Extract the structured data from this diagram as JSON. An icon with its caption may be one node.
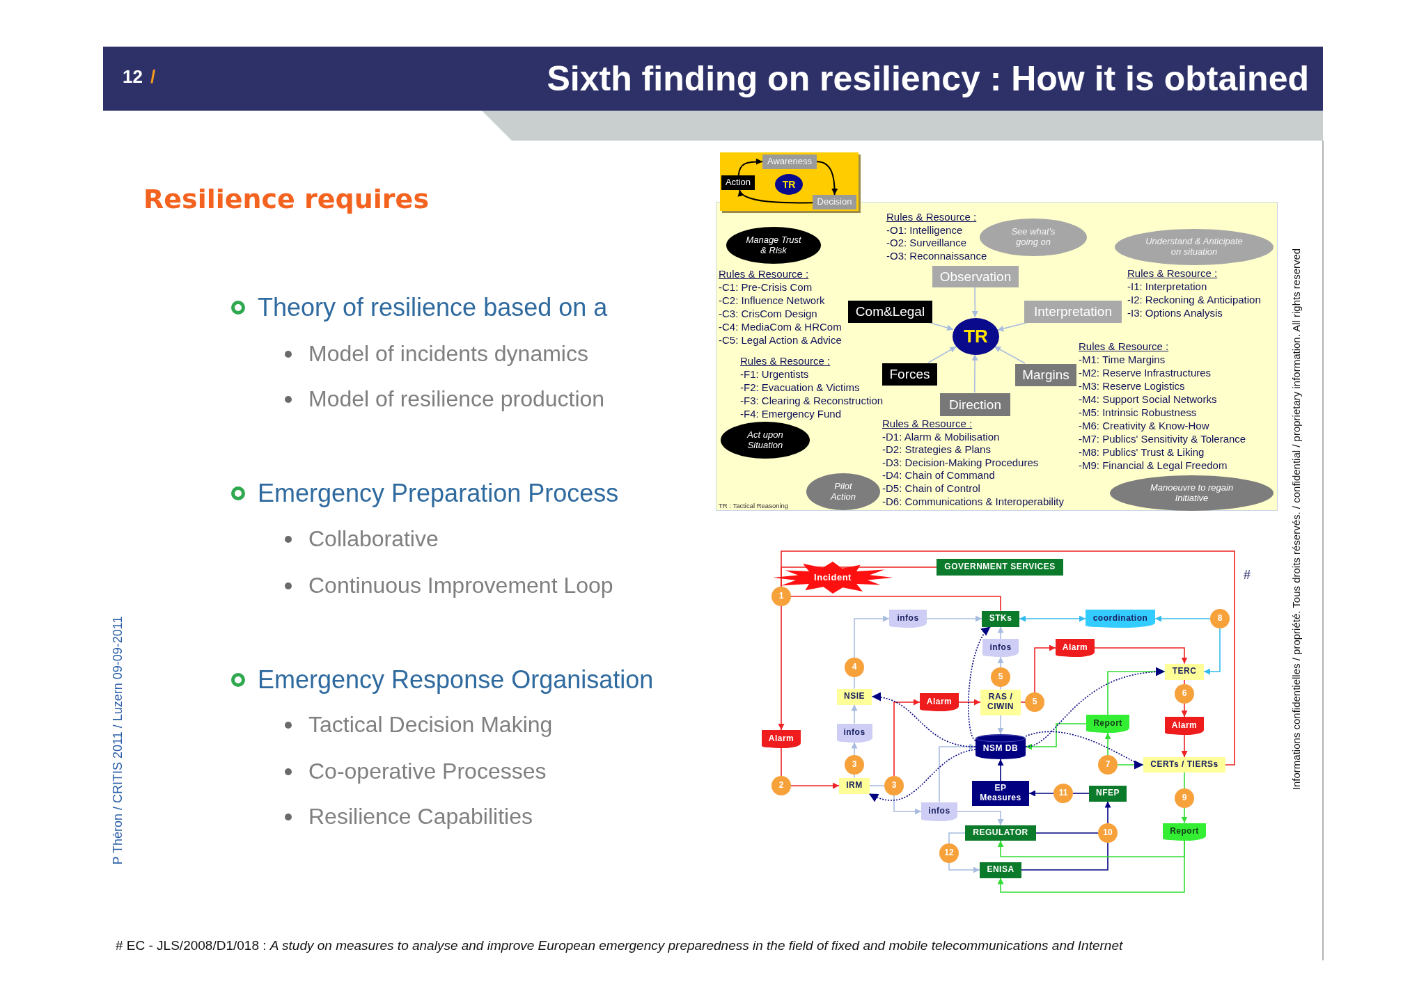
{
  "diagram": {
    "title": "Sixth finding on resiliency : How it is obtained",
    "nodes": [
      {
        "text": [],
        "shape": "box"
      },
      {
        "text": [
          "Awareness"
        ],
        "in": 0
      },
      {
        "text": [
          "Action"
        ],
        "in": 0
      },
      {
        "text": [
          "TR"
        ],
        "in": 0
      },
      {
        "text": [
          "Decision"
        ],
        "in": 0
      },
      {
        "text": [],
        "shape": "box"
      },
      {
        "text": [
          "Manage Trust & Risk"
        ],
        "in": 5
      },
      {
        "text": [
          "See what's going on"
        ],
        "in": 5
      },
      {
        "text": [
          "Understand & Anticipate on situation"
        ],
        "in": 5
      },
      {
        "text": [
          "Observation"
        ],
        "in": 5
      },
      {
        "text": [
          "Com&Legal"
        ],
        "in": 5
      },
      {
        "text": [
          "Interpretation"
        ],
        "in": 5
      },
      {
        "text": [
          "TR"
        ],
        "in": 5
      },
      {
        "text": [
          "Forces"
        ],
        "in": 5
      },
      {
        "text": [
          "Margins"
        ],
        "in": 5
      },
      {
        "text": [
          "Direction"
        ],
        "in": 5
      },
      {
        "text": [
          "Act upon Situation"
        ],
        "in": 5
      },
      {
        "text": [
          "Pilot Action"
        ],
        "in": 5
      },
      {
        "text": [
          "Manoeuvre to regain Initiative"
        ],
        "in": 5
      },
      {
        "text": [
          "GOVERNMENT SERVICES"
        ]
      },
      {
        "text": [
          "Incident"
        ]
      },
      {
        "text": [
          "1"
        ]
      },
      {
        "text": [
          "infos"
        ]
      },
      {
        "text": [
          "STKs"
        ]
      },
      {
        "text": [
          "coordination"
        ]
      },
      {
        "text": [
          "8"
        ]
      },
      {
        "text": [
          "infos"
        ]
      },
      {
        "text": [
          "Alarm"
        ]
      },
      {
        "text": [
          "4"
        ]
      },
      {
        "text": [
          "5"
        ]
      },
      {
        "text": [
          "TERC"
        ]
      },
      {
        "text": [
          "NSIE"
        ]
      },
      {
        "text": [
          "Alarm"
        ]
      },
      {
        "text": [
          "RAS / CIWIN"
        ]
      },
      {
        "text": [
          "5"
        ]
      },
      {
        "text": [
          "6"
        ]
      },
      {
        "text": [
          "Report"
        ]
      },
      {
        "text": [
          "Alarm"
        ]
      },
      {
        "text": [
          "Alarm"
        ]
      },
      {
        "text": [
          "infos"
        ]
      },
      {
        "text": [
          "NSM DB"
        ]
      },
      {
        "text": [
          "3"
        ]
      },
      {
        "text": [
          "7"
        ]
      },
      {
        "text": [
          "CERTs / TIERSs"
        ]
      },
      {
        "text": [
          "2"
        ]
      },
      {
        "text": [
          "IRM"
        ]
      },
      {
        "text": [
          "3"
        ]
      },
      {
        "text": [
          "EP Measures"
        ]
      },
      {
        "text": [
          "11"
        ]
      },
      {
        "text": [
          "NFEP"
        ]
      },
      {
        "text": [
          "9"
        ]
      },
      {
        "text": [
          "infos"
        ]
      },
      {
        "text": [
          "REGULATOR"
        ]
      },
      {
        "text": [
          "10"
        ]
      },
      {
        "text": [
          "Report"
        ]
      },
      {
        "text": [
          "12"
        ]
      },
      {
        "text": [
          "ENISA"
        ]
      }
    ],
    "edges": [
      {
        "from": 2,
        "to": 1,
        "arrow": "to",
        "color": "#000000"
      },
      {
        "from": 1,
        "to": 4,
        "arrow": "to",
        "color": "#000000"
      },
      {
        "from": 4,
        "to": 2,
        "arrow": "to",
        "color": "#000000"
      },
      {
        "from": 9,
        "to": 12,
        "arrow": "to"
      },
      {
        "from": 11,
        "to": 12,
        "arrow": "to"
      },
      {
        "from": 10,
        "to": 12,
        "arrow": "to"
      },
      {
        "from": 13,
        "to": 12,
        "arrow": "to"
      },
      {
        "from": 14,
        "to": 12,
        "arrow": "to"
      },
      {
        "from": 15,
        "to": 12,
        "arrow": "to"
      },
      {
        "from": 43,
        "to": 21,
        "arrow": "none",
        "color": "#ee2222"
      },
      {
        "from": 21,
        "to": 19,
        "arrow": "none",
        "color": "#ee2222"
      },
      {
        "from": 21,
        "to": 23,
        "arrow": "none",
        "color": "#ee2222"
      },
      {
        "from": 21,
        "to": 38,
        "arrow": "to",
        "color": "#ee2222"
      },
      {
        "from": 38,
        "to": 44,
        "arrow": "none",
        "color": "#ee2222"
      },
      {
        "from": 44,
        "to": 45,
        "arrow": "to",
        "color": "#ee2222"
      },
      {
        "from": 45,
        "to": 41,
        "arrow": "none"
      },
      {
        "from": 41,
        "to": 39,
        "arrow": "to"
      },
      {
        "from": 39,
        "to": 31,
        "arrow": "to"
      },
      {
        "from": 31,
        "to": 28,
        "arrow": "none"
      },
      {
        "from": 28,
        "to": 22,
        "arrow": "to"
      },
      {
        "from": 22,
        "to": 23,
        "arrow": "to"
      },
      {
        "from": 45,
        "to": 46,
        "arrow": "none"
      },
      {
        "from": 46,
        "to": 32,
        "arrow": "to",
        "color": "#ee2222"
      },
      {
        "from": 46,
        "to": 51,
        "arrow": "to"
      },
      {
        "from": 32,
        "to": 33,
        "arrow": "to",
        "color": "#ee2222"
      },
      {
        "from": 33,
        "to": 29,
        "arrow": "none"
      },
      {
        "from": 29,
        "to": 26,
        "arrow": "to"
      },
      {
        "from": 26,
        "to": 23,
        "arrow": "to"
      },
      {
        "from": 33,
        "to": 40,
        "arrow": "to"
      },
      {
        "from": 33,
        "to": 34,
        "arrow": "none",
        "color": "#ee2222"
      },
      {
        "from": 34,
        "to": 27,
        "arrow": "to",
        "color": "#ee2222"
      },
      {
        "from": 27,
        "to": 30,
        "arrow": "to",
        "color": "#ee2222"
      },
      {
        "from": 51,
        "to": 40,
        "arrow": "to"
      },
      {
        "from": 51,
        "to": 52,
        "arrow": "to"
      },
      {
        "from": 47,
        "to": 40,
        "arrow": "to",
        "color": "#000080"
      },
      {
        "from": 49,
        "to": 48,
        "arrow": "none",
        "color": "#000080"
      },
      {
        "from": 48,
        "to": 47,
        "arrow": "to",
        "color": "#000080"
      },
      {
        "from": 52,
        "to": 53,
        "arrow": "none",
        "color": "#000080"
      },
      {
        "from": 53,
        "to": 49,
        "arrow": "to",
        "color": "#000080"
      },
      {
        "from": 56,
        "to": 53,
        "arrow": "none",
        "color": "#000080"
      },
      {
        "from": 52,
        "to": 55,
        "arrow": "none"
      },
      {
        "from": 55,
        "to": 56,
        "arrow": "to"
      },
      {
        "from": 54,
        "to": 52,
        "arrow": "to",
        "color": "#33dd33"
      },
      {
        "from": 54,
        "to": 56,
        "arrow": "to",
        "color": "#33dd33"
      },
      {
        "from": 43,
        "to": 50,
        "arrow": "none",
        "color": "#33dd33"
      },
      {
        "from": 50,
        "to": 54,
        "arrow": "to",
        "color": "#33dd33"
      },
      {
        "from": 30,
        "to": 35,
        "arrow": "none",
        "color": "#ee2222"
      },
      {
        "from": 35,
        "to": 37,
        "arrow": "to",
        "color": "#ee2222"
      },
      {
        "from": 37,
        "to": 43,
        "arrow": "to",
        "color": "#ee2222"
      },
      {
        "from": 25,
        "to": 24,
        "arrow": "to",
        "color": "#33bbee"
      },
      {
        "from": 24,
        "to": 23,
        "arrow": "both",
        "color": "#33bbee"
      },
      {
        "from": 25,
        "to": 30,
        "arrow": "to",
        "color": "#33bbee"
      },
      {
        "from": 42,
        "to": 36,
        "arrow": "to",
        "color": "#33dd33"
      },
      {
        "from": 42,
        "to": 43,
        "arrow": "to",
        "color": "#33dd33"
      },
      {
        "from": 36,
        "to": 30,
        "arrow": "to",
        "color": "#33dd33"
      },
      {
        "from": 36,
        "to": 40,
        "arrow": "to",
        "color": "#33dd33"
      },
      {
        "from": 40,
        "to": 31,
        "arrow": "to",
        "style": "dashed",
        "color": "#000080"
      },
      {
        "from": 40,
        "to": 45,
        "arrow": "to",
        "style": "dashed",
        "color": "#000080"
      },
      {
        "from": 40,
        "to": 23,
        "arrow": "to",
        "style": "dashed",
        "color": "#000080"
      },
      {
        "from": 40,
        "to": 30,
        "arrow": "to",
        "style": "dashed",
        "color": "#000080"
      },
      {
        "from": 40,
        "to": 43,
        "arrow": "to",
        "style": "dashed",
        "color": "#000080"
      }
    ],
    "labels": [
      "12",
      "/",
      "Resilience requires",
      "Theory of resilience based on a",
      "Model of incidents dynamics",
      "Model of resilience production",
      "Emergency Preparation Process",
      "Collaborative",
      "Continuous Improvement Loop",
      "Emergency Response Organisation",
      "Tactical Decision Making",
      "Co-operative Processes",
      "Resilience Capabilities",
      "Rules & Resource :",
      "-O1: Intelligence",
      "-O2: Surveillance",
      "-O3: Reconnaissance",
      "Rules & Resource :",
      "-C1: Pre-Crisis Com",
      "-C2: Influence Network",
      "-C3: CrisCom Design",
      "-C4: MediaCom & HRCom",
      "-C5: Legal Action & Advice",
      "Rules & Resource :",
      "-I1: Interpretation",
      "-I2: Reckoning & Anticipation",
      "-I3: Options Analysis",
      "Rules & Resource :",
      "-F1: Urgentists",
      "-F2: Evacuation & Victims",
      "-F3: Clearing & Reconstruction",
      "-F4: Emergency Fund",
      "Rules & Resource :",
      "-M1: Time Margins",
      "-M2: Reserve Infrastructures",
      "-M3: Reserve Logistics",
      "-M4: Support Social Networks",
      "-M5: Intrinsic Robustness",
      "-M6: Creativity & Know-How",
      "-M7: Publics' Sensitivity & Tolerance",
      "-M8: Publics' Trust & Liking",
      "-M9: Financial & Legal Freedom",
      "Rules & Resource :",
      "-D1: Alarm & Mobilisation",
      "-D2: Strategies & Plans",
      "-D3: Decision-Making Procedures",
      "-D4: Chain of Command",
      "-D5: Chain of Control",
      "-D6: Communications & Interoperability",
      "TR : Tactical Reasoning",
      "#",
      "P Théron / CRITIS 2011 / Luzern 09-09-2011",
      "Informations confidentielles / propriété. Tous droits réservés. / confidential / proprietary information. All rights reserved",
      "# EC - JLS/2008/D1/018 : *A study on measures to analyse and improve European emergency preparedness in the field of fixed and mobile telecommunications and Internet*"
    ]
  }
}
